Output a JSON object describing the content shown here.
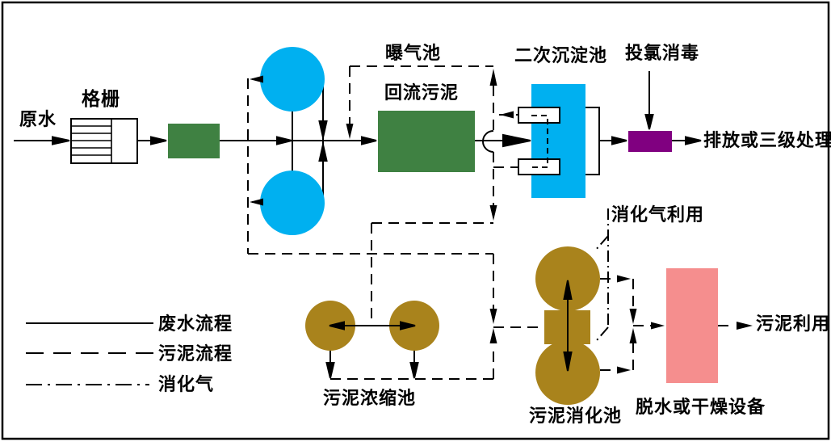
{
  "diagram": {
    "labels": {
      "raw_water": "原水",
      "screen": "格栅",
      "aeration_tank": "曝气池",
      "return_sludge": "回流污泥",
      "secondary_clarifier": "二次沉淀池",
      "chlorination": "投氯消毒",
      "discharge": "排放或三级处理",
      "digester_gas_use": "消化气利用",
      "sludge_thickener": "污泥浓缩池",
      "sludge_digester": "污泥消化池",
      "dewatering_equipment": "脱水或干燥设备",
      "sludge_use": "污泥利用"
    },
    "legend": {
      "items": [
        {
          "style": "solid",
          "label": "废水流程"
        },
        {
          "style": "dashed",
          "label": "污泥流程"
        },
        {
          "style": "dashdot",
          "label": "消化气"
        }
      ]
    },
    "colors": {
      "water_tank_blue": "#00b0f0",
      "process_green": "#3f8142",
      "sludge_olive": "#a9831c",
      "chlorine_purple": "#800080",
      "dewatering_pink": "#f58e8e",
      "line": "#000000",
      "background": "#ffffff"
    }
  }
}
